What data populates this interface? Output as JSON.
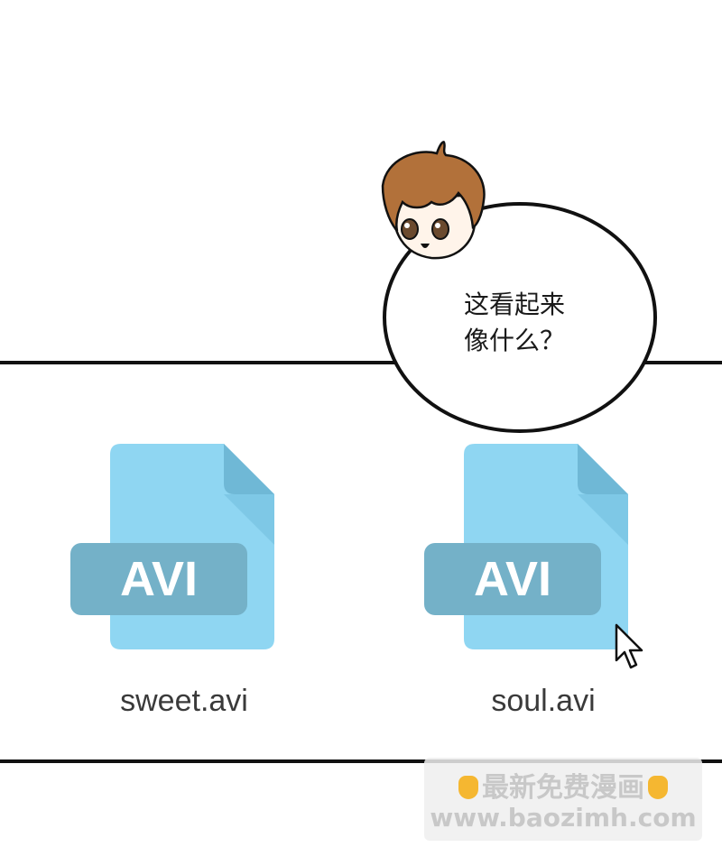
{
  "speech_bubble": {
    "line1": "这看起来",
    "line2": "像什么？"
  },
  "files": [
    {
      "badge": "AVI",
      "name": "sweet.avi",
      "icon": "avi-file-icon"
    },
    {
      "badge": "AVI",
      "name": "soul.avi",
      "icon": "avi-file-icon"
    }
  ],
  "watermark": {
    "line1": "最新免费漫画",
    "line2": "www.baozimh.com"
  },
  "colors": {
    "file_body": "#8fd6f2",
    "file_fold": "#6fb8d6",
    "badge": "#74b1c8",
    "hair": "#b2713a",
    "skin": "#fff4ea",
    "ink": "#111111"
  }
}
